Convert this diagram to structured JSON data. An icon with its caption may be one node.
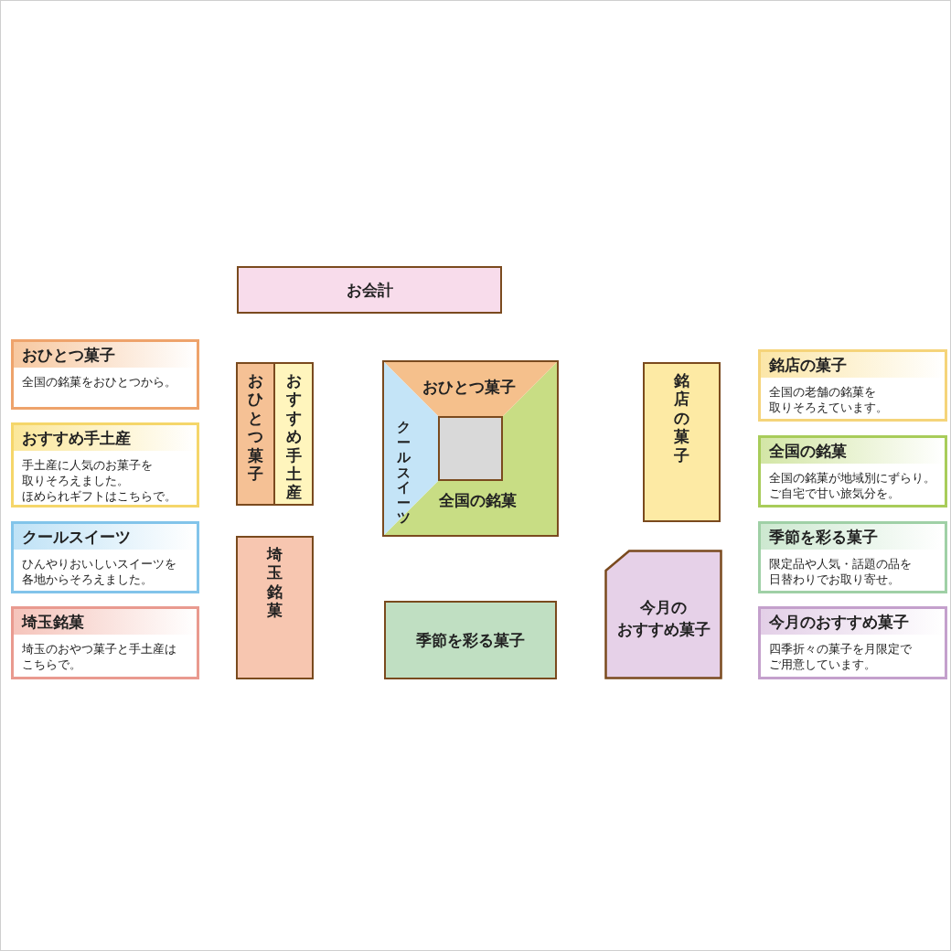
{
  "diagram": {
    "nodes": [
      {
        "text": [
          "お会計"
        ]
      },
      {
        "text": [
          "おひとつ菓子",
          "全国の銘菓をおひとつから。"
        ]
      },
      {
        "text": [
          "おすすめ手土産",
          "手土産に人気のお菓子を取りそろえました。ほめられギフトはこちらで。"
        ]
      },
      {
        "text": [
          "クールスイーツ",
          "ひんやりおいしいスイーツを各地からそろえました。"
        ]
      },
      {
        "text": [
          "埼玉銘菓",
          "埼玉のおやつ菓子と手土産はこちらで。"
        ]
      },
      {
        "text": [
          "おひとつ菓子"
        ]
      },
      {
        "text": [
          "おすすめ手土産"
        ]
      },
      {
        "text": [
          "埼玉銘菓"
        ]
      },
      {
        "text": [],
        "shape": "box"
      },
      {
        "text": [
          "おひとつ菓子"
        ],
        "in": 8
      },
      {
        "text": [
          "クールスイーツ"
        ],
        "in": 8
      },
      {
        "text": [
          "全国の銘菓"
        ],
        "in": 8
      },
      {
        "text": [],
        "shape": "box",
        "in": 8
      },
      {
        "text": [
          "季節を彩る菓子"
        ]
      },
      {
        "text": [
          "銘店の菓子"
        ]
      },
      {
        "text": [
          "今月のおすすめ菓子"
        ]
      },
      {
        "text": [
          "銘店の菓子",
          "全国の老舗の銘菓を取りそろえています。"
        ]
      },
      {
        "text": [
          "全国の銘菓",
          "全国の銘菓が地域別にずらり。ご自宅で甘い旅気分を。"
        ]
      },
      {
        "text": [
          "季節を彩る菓子",
          "限定品や人気・話題の品を日替わりでお取り寄せ。"
        ]
      },
      {
        "text": [
          "今月のおすすめ菓子",
          "四季折々の菓子を月限定でご用意しています。"
        ]
      }
    ],
    "edges": []
  }
}
